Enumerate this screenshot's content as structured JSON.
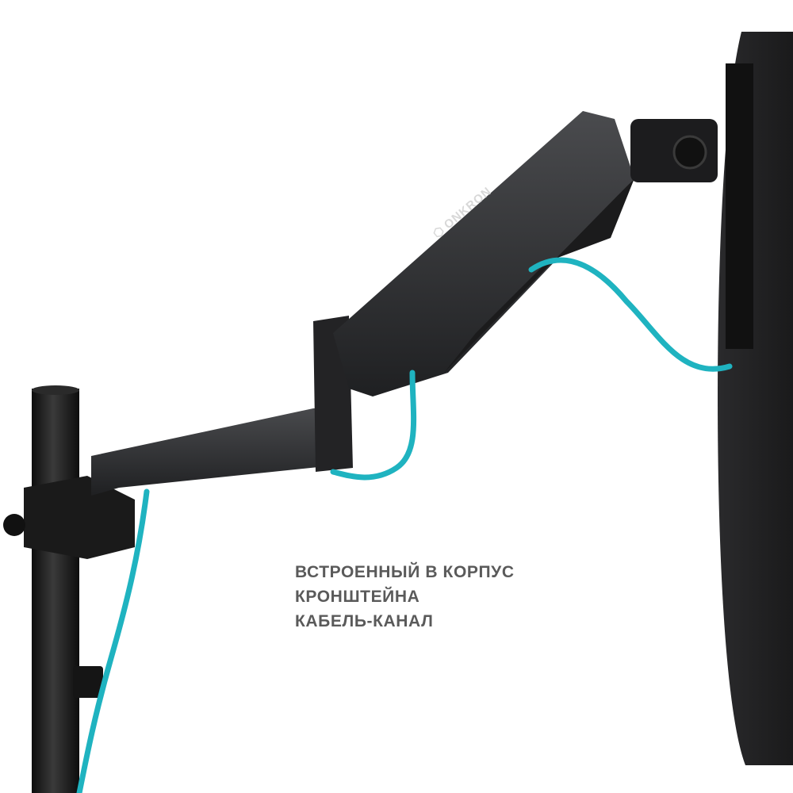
{
  "product": {
    "brand": "ONKRON",
    "caption_lines": [
      "ВСТРОЕННЫЙ В КОРПУС",
      "КРОНШТЕЙНА",
      "КАБЕЛЬ-КАНАЛ"
    ]
  },
  "colors": {
    "metal": "#1c1c1e",
    "arm": "#2e2f31",
    "cable": "#1fb3c0",
    "caption": "#5a5a5a"
  }
}
